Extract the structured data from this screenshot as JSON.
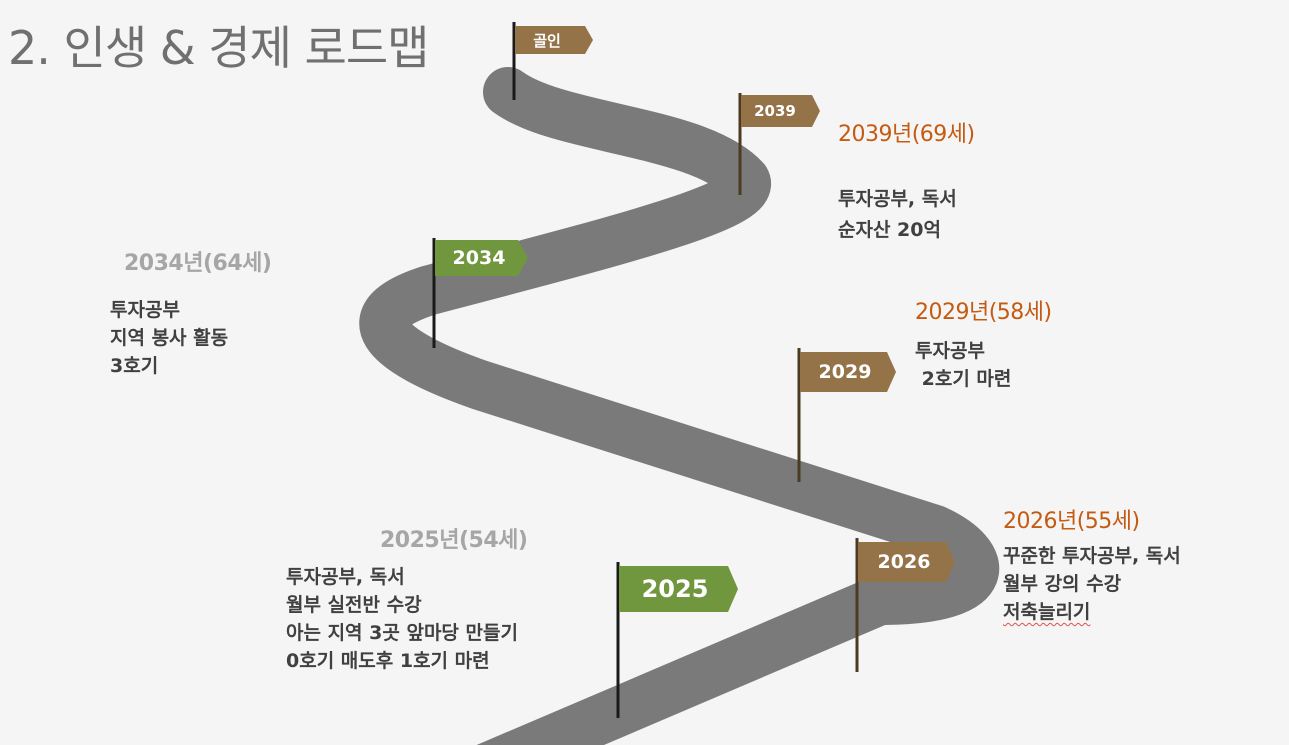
{
  "title": "2. 인생 & 경제 로드맵",
  "colors": {
    "road": "#7a7a7a",
    "flag_brown": "#957348",
    "flag_green": "#70963e",
    "pole": "#1a1a1a",
    "orange_text": "#c55a11",
    "gray_text": "#a6a6a6"
  },
  "flags": {
    "goal": "골인",
    "f2039": "2039",
    "f2034": "2034",
    "f2029": "2029",
    "f2026": "2026",
    "f2025": "2025"
  },
  "milestones": {
    "m2039": {
      "year": "2039년(69세)",
      "lines": [
        "투자공부, 독서",
        "순자산 20억"
      ]
    },
    "m2034": {
      "year": "2034년(64세)",
      "lines": [
        "투자공부",
        "지역 봉사 활동",
        "3호기"
      ]
    },
    "m2029": {
      "year": "2029년(58세)",
      "lines": [
        "투자공부",
        " 2호기 마련"
      ]
    },
    "m2026": {
      "year": "2026년(55세)",
      "lines": [
        "꾸준한 투자공부, 독서",
        "월부 강의 수강",
        "저축늘리기"
      ]
    },
    "m2025": {
      "year": "2025년(54세)",
      "lines": [
        "투자공부, 독서",
        "월부 실전반 수강",
        "아는 지역 3곳 앞마당 만들기",
        "0호기 매도후 1호기 마련"
      ]
    }
  }
}
